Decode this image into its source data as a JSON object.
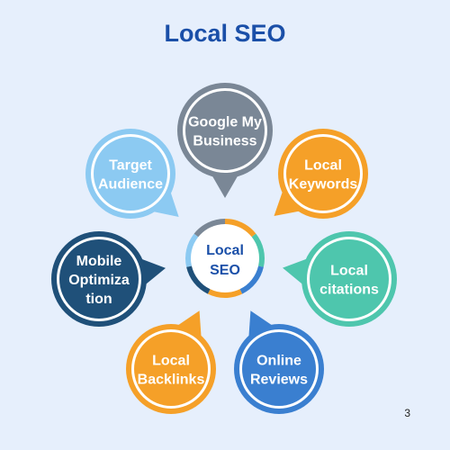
{
  "title": "Local SEO",
  "center": {
    "lines": [
      "Local",
      "SEO"
    ]
  },
  "page_number": "3",
  "nodes": [
    {
      "id": "google-my-business",
      "lines": [
        "Google My",
        "Business"
      ],
      "color": "#7a8796"
    },
    {
      "id": "local-keywords",
      "lines": [
        "Local",
        "Keywords"
      ],
      "color": "#f5a028"
    },
    {
      "id": "local-citations",
      "lines": [
        "Local",
        "citations"
      ],
      "color": "#4ec6ad"
    },
    {
      "id": "online-reviews",
      "lines": [
        "Online",
        "Reviews"
      ],
      "color": "#3a7fd0"
    },
    {
      "id": "local-backlinks",
      "lines": [
        "Local",
        "Backlinks"
      ],
      "color": "#f5a028"
    },
    {
      "id": "mobile-optimization",
      "lines": [
        "Mobile",
        "Optimiza",
        "tion"
      ],
      "color": "#1f5079"
    },
    {
      "id": "target-audience",
      "lines": [
        "Target",
        "Audience"
      ],
      "color": "#8ccaf2"
    }
  ]
}
